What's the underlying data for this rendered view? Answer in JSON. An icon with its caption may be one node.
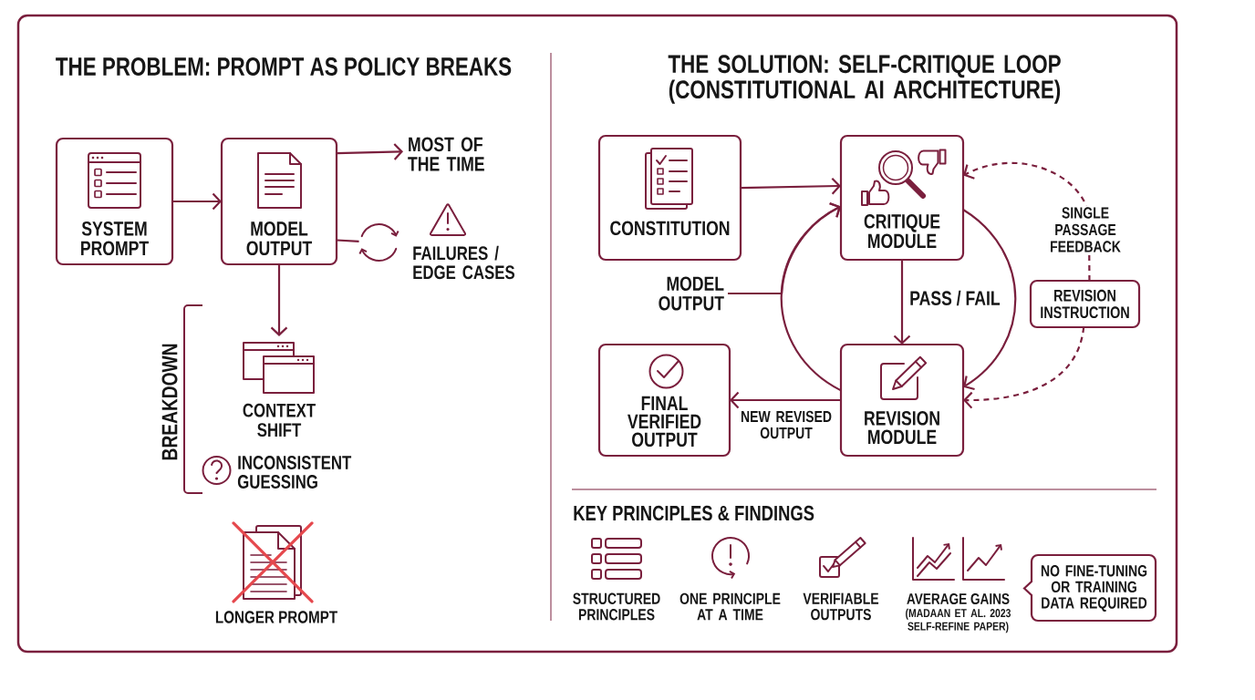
{
  "diagram": {
    "nodes": [
      {
        "text": [
          "SYSTEM PROMPT"
        ]
      },
      {
        "text": [
          "MODEL OUTPUT"
        ]
      },
      {
        "text": [
          "MOST OF THE TIME"
        ]
      },
      {
        "text": [],
        "shape": "picture",
        "beside": [
          "FAILURES / EDGE CASES"
        ]
      },
      {
        "text": [
          "CONTEXT SHIFT"
        ]
      },
      {
        "text": [
          "CONSTITUTION"
        ]
      },
      {
        "text": [
          "CRITIQUE MODULE"
        ]
      },
      {
        "text": [
          "MODEL OUTPUT"
        ]
      },
      {
        "text": [
          "REVISION INSTRUCTION"
        ]
      },
      {
        "text": [
          "FINAL VERIFIED OUTPUT"
        ]
      },
      {
        "text": [
          "REVISION MODULE"
        ]
      },
      {
        "text": [
          "NO FINE-TUNING OR TRAINING DATA REQUIRED"
        ]
      }
    ],
    "edges": [
      {
        "from": 0,
        "to": 1,
        "arrow": "to"
      },
      {
        "from": 1,
        "to": 2,
        "arrow": "to"
      },
      {
        "from": 1,
        "to": 3,
        "arrow": "none"
      },
      {
        "from": 1,
        "to": 4,
        "arrow": "to"
      },
      {
        "from": 5,
        "to": 6,
        "arrow": "to"
      },
      {
        "from": 7,
        "to": 6,
        "arrow": "to"
      },
      {
        "from": 10,
        "to": 6,
        "arrow": "to"
      },
      {
        "from": 6,
        "to": 10,
        "arrow": "to",
        "label": "PASS / FAIL"
      },
      {
        "from": 6,
        "to": 10,
        "arrow": "to"
      },
      {
        "from": 8,
        "to": 6,
        "arrow": "to",
        "label": "SINGLE PASSAGE FEEDBACK",
        "style": "dashed"
      },
      {
        "from": 8,
        "to": 10,
        "arrow": "to",
        "style": "dashed"
      },
      {
        "from": 10,
        "to": 9,
        "arrow": "to",
        "label": "NEW REVISED OUTPUT"
      }
    ],
    "labels": [
      "THE PROBLEM: PROMPT AS POLICY BREAKS",
      "THE SOLUTION: SELF-CRITIQUE LOOP (CONSTITUTIONAL AI ARCHITECTURE)",
      "BREAKDOWN",
      "INCONSISTENT GUESSING",
      "LONGER PROMPT",
      "KEY PRINCIPLES & FINDINGS",
      "STRUCTURED PRINCIPLES",
      "ONE PRINCIPLE AT A TIME",
      "VERIFIABLE OUTPUTS",
      "AVERAGE GAINS",
      "(MADAAN ET AL. 2023 SELF-REFINE PAPER)"
    ]
  }
}
